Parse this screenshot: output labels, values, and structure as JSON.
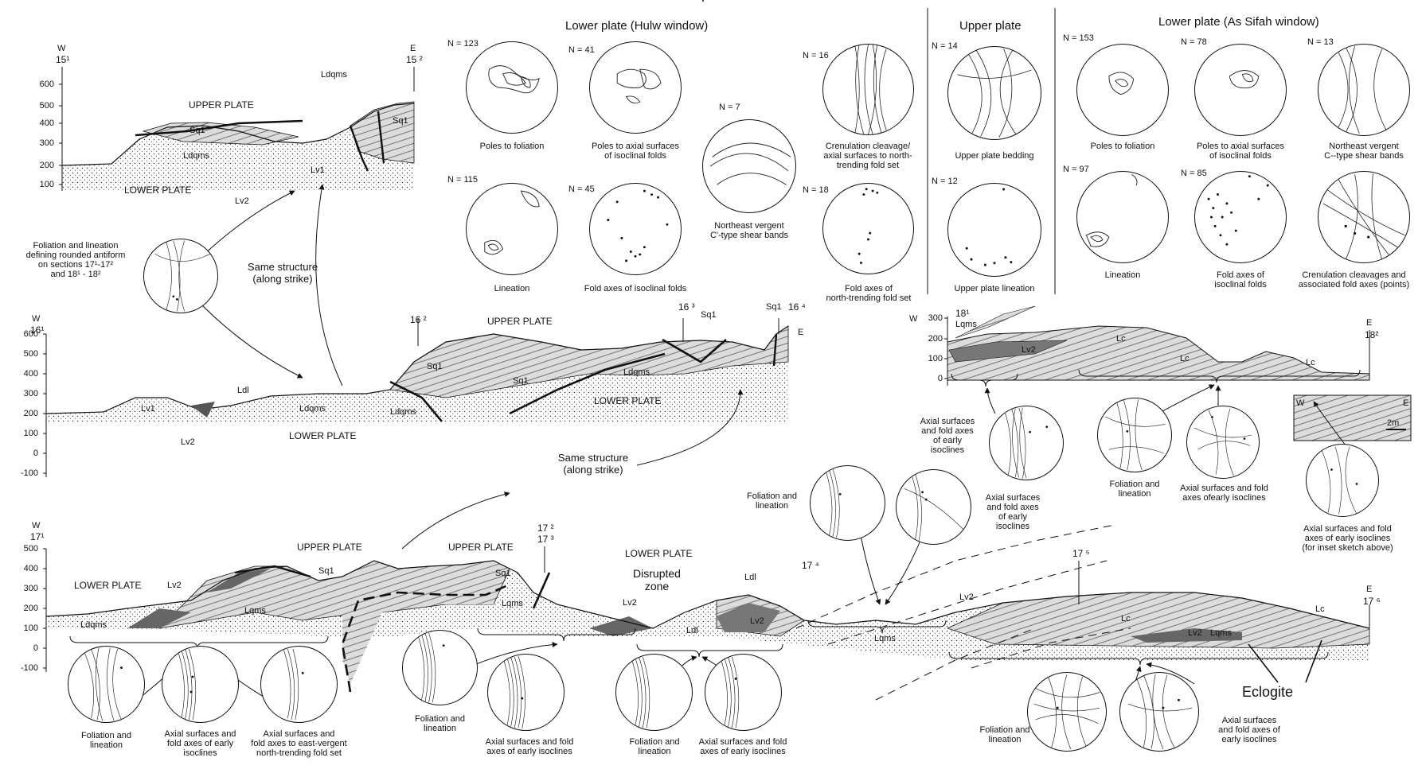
{
  "headers": {
    "hulw": "Lower plate (Hulw window)",
    "upper": "Upper plate",
    "sifah": "Lower plate (As Sifah window)"
  },
  "hulw": {
    "poles_foliation": {
      "n": "N = 123",
      "caption": "Poles to foliation"
    },
    "poles_axial": {
      "n": "N = 41",
      "caption": "Poles to axial surfaces\nof isoclinal folds"
    },
    "lineation": {
      "n": "N = 115",
      "caption": "Lineation"
    },
    "fold_axes": {
      "n": "N = 45",
      "caption": "Fold axes of isoclinal folds"
    },
    "shear_bands": {
      "n": "N = 7",
      "caption": "Northeast vergent\nC'-type  shear bands"
    },
    "crenulation": {
      "n": "N = 16",
      "caption": "Crenulation cleavage/\naxial surfaces to north-\ntrending fold set"
    },
    "fold_axes_north": {
      "n": "N = 18",
      "caption": "Fold axes of\nnorth-trending fold set"
    }
  },
  "upper": {
    "bedding": {
      "n": "N = 14",
      "caption": "Upper plate bedding"
    },
    "lineation": {
      "n": "N = 12",
      "caption": "Upper plate lineation"
    }
  },
  "sifah": {
    "poles_foliation": {
      "n": "N = 153",
      "caption": "Poles to foliation"
    },
    "poles_axial": {
      "n": "N = 78",
      "caption": "Poles to axial surfaces\nof isoclinal folds"
    },
    "shear_bands": {
      "n": "N = 13",
      "caption": "Northeast vergent\nC--type  shear bands"
    },
    "lineation": {
      "n": "N = 97",
      "caption": "Lineation"
    },
    "fold_axes": {
      "n": "N = 85",
      "caption": "Fold axes of\nisoclinal folds"
    },
    "crenulation": {
      "caption": "Crenulation cleavages and\nassociated fold axes (points)"
    }
  },
  "sections": {
    "s15": {
      "w": "W",
      "e": "E",
      "start": "15¹",
      "end": "15 ²",
      "axis": [
        "600",
        "500",
        "400",
        "300",
        "200",
        "100"
      ],
      "upper_plate": "UPPER PLATE",
      "lower_plate": "LOWER PLATE",
      "units": {
        "sq1": "Sq1",
        "sq1b": "Sq1",
        "ldqms": "Ldqms",
        "ldqms_top": "Ldqms",
        "lv1": "Lv1",
        "lv2": "Lv2"
      }
    },
    "s16": {
      "w": "W",
      "e": "E",
      "start": "16¹",
      "m2": "16 ²",
      "m3": "16 ³",
      "m4": "16 ⁴",
      "axis": [
        "600",
        "500",
        "400",
        "300",
        "200",
        "100",
        "0",
        "-100"
      ],
      "upper_plate": "UPPER PLATE",
      "lower_plate": "LOWER PLATE",
      "lower_plate2": "LOWER PLATE",
      "units": {
        "lv1": "Lv1",
        "lv2": "Lv2",
        "ldl": "Ldl",
        "ldqms": "Ldqms",
        "ldqms2": "Ldqms",
        "ldqms3": "Ldqms",
        "sq1": "Sq1",
        "sq1b": "Sq1",
        "sq1c": "Sq1",
        "sq1d": "Sq1"
      }
    },
    "s18": {
      "w": "W",
      "e": "E",
      "start": "18¹",
      "end": "18²",
      "axis": [
        "300",
        "200",
        "100",
        "0"
      ],
      "units": {
        "lqms": "Lqms",
        "lv2": "Lv2",
        "lc": "Lc",
        "lc2": "Lc",
        "lc3": "Lc"
      },
      "inset": {
        "w": "W",
        "e": "E",
        "scale": "2m"
      }
    },
    "s17": {
      "w": "W",
      "e": "E",
      "start": "17¹",
      "m23a": "17 ²",
      "m23b": "17 ³",
      "m4": "17 ⁴",
      "m5": "17 ⁵",
      "end": "17 ⁶",
      "axis": [
        "500",
        "400",
        "300",
        "200",
        "100",
        "0",
        "-100"
      ],
      "upper_plate": "UPPER PLATE",
      "upper_plate2": "UPPER PLATE",
      "lower_plate": "LOWER PLATE",
      "lower_plate2": "LOWER PLATE",
      "disrupted": "Disrupted\nzone",
      "units": {
        "lv2": "Lv2",
        "lv2b": "Lv2",
        "lv2c": "Lv2",
        "lv2d": "Lv2",
        "lv2e": "Lv2",
        "sq1": "Sq1",
        "sq1b": "Sq1",
        "lqms": "Lqms",
        "lqms2": "Lqms",
        "lqms3": "Lqms",
        "lqms4": "Lqms",
        "ldqms": "Ldqms",
        "ldl": "Ldl",
        "ldl2": "Ldl",
        "lc": "Lc",
        "lc2": "Lc"
      },
      "eclogite": "Eclogite"
    }
  },
  "annotations": {
    "antiform": "Foliation and lineation\ndefining rounded antiform\non sections 17¹-17²\nand 18¹ - 18²",
    "same_structure_1": "Same structure\n(along strike)",
    "same_structure_2": "Same structure\n(along strike)"
  },
  "captions": {
    "s18_axial": "Axial surfaces\nand fold axes\nof early\nisoclines",
    "s18_fol": "Foliation and\nlineation",
    "s18_axial2": "Axial surfaces and fold\naxes ofearly isoclines",
    "s18_inset": "Axial surfaces and fold\naxes of early isoclines\n(for inset sketch above)",
    "mid_fol": "Foliation and\nlineation",
    "mid_axial": "Axial surfaces\nand fold axes\nof early\nisoclines",
    "b_fol1": "Foliation and\nlineation",
    "b_axial1": "Axial surfaces and\nfold axes of early\nisoclines",
    "b_axial_east": "Axial surfaces and\nfold axes to east-vergent\nnorth-trending fold set",
    "b_fol2": "Foliation and\nlineation",
    "b_axial2": "Axial surfaces and fold\naxes of early isoclines",
    "b_fol3": "Foliation and\nlineation",
    "b_axial3": "Axial surfaces and fold\naxes of early isoclines",
    "b_fol4": "Foliation and\nlineation",
    "b_axial4": "Axial surfaces\nand fold axes of\nearly isoclines"
  }
}
